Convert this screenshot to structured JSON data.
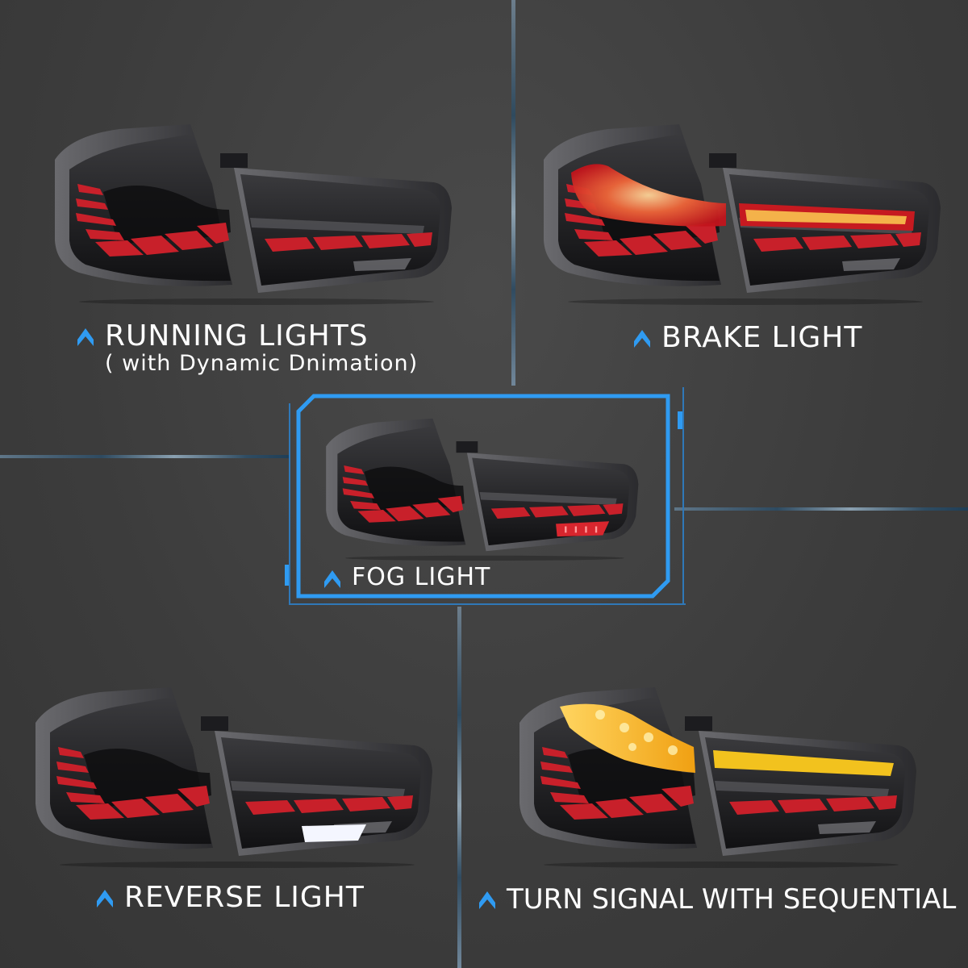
{
  "colors": {
    "background": "#3f3f3f",
    "accent_blue": "#2f9bf2",
    "divider": "#4c6678",
    "red_led": "#c8202a",
    "amber_led": "#f5b21c",
    "white_led": "#f4f6ff",
    "label_text": "#ffffff"
  },
  "panels": [
    {
      "id": "running",
      "title": "RUNNING LIGHTS",
      "subtitle": "( with Dynamic Dnimation)",
      "icon": "chevron-up-icon",
      "active_function": "running"
    },
    {
      "id": "brake",
      "title": "BRAKE LIGHT",
      "icon": "chevron-up-icon",
      "active_function": "brake"
    },
    {
      "id": "fog",
      "title": "FOG LIGHT",
      "icon": "chevron-up-icon",
      "active_function": "fog",
      "highlighted": true
    },
    {
      "id": "reverse",
      "title": "REVERSE LIGHT",
      "icon": "chevron-up-icon",
      "active_function": "reverse"
    },
    {
      "id": "turn",
      "title": "TURN SIGNAL WITH SEQUENTIAL",
      "icon": "chevron-up-icon",
      "active_function": "turn"
    }
  ]
}
